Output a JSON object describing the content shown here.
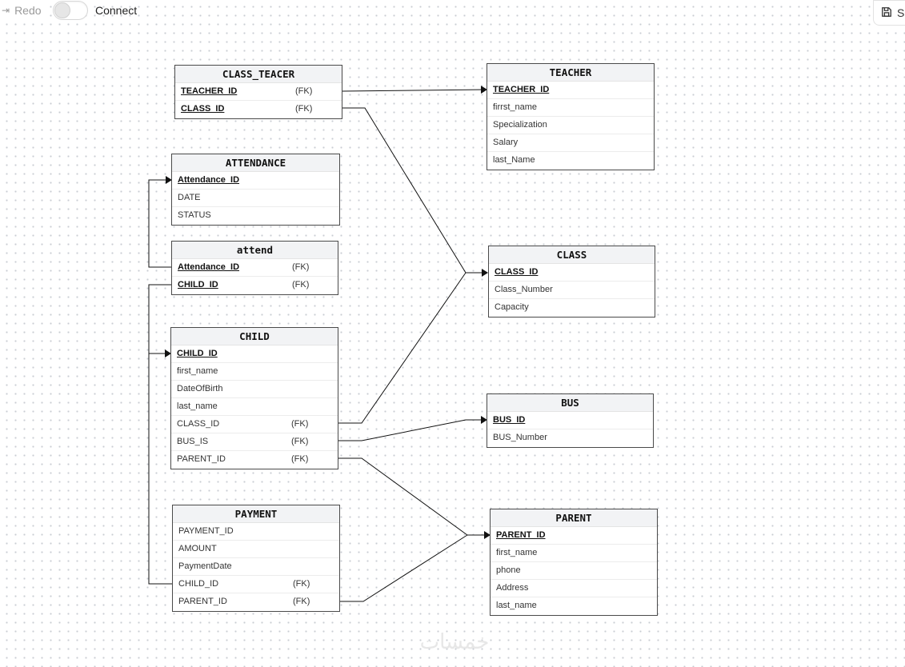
{
  "toolbar": {
    "redo_label": "Redo",
    "connect_label": "Connect",
    "save_label": "S"
  },
  "entities": {
    "class_teacer": {
      "title": "CLASS_TEACER",
      "rows": [
        {
          "name": "TEACHER_ID",
          "pk": true,
          "fk": "(FK)"
        },
        {
          "name": "CLASS_ID",
          "pk": true,
          "fk": "(FK)"
        }
      ]
    },
    "teacher": {
      "title": "TEACHER",
      "rows": [
        {
          "name": "TEACHER_ID",
          "pk": true,
          "fk": ""
        },
        {
          "name": "firrst_name",
          "pk": false,
          "fk": ""
        },
        {
          "name": "Specialization",
          "pk": false,
          "fk": ""
        },
        {
          "name": "Salary",
          "pk": false,
          "fk": ""
        },
        {
          "name": "last_Name",
          "pk": false,
          "fk": ""
        }
      ]
    },
    "attendance": {
      "title": "ATTENDANCE",
      "rows": [
        {
          "name": "Attendance_ID",
          "pk": true,
          "fk": ""
        },
        {
          "name": "DATE",
          "pk": false,
          "fk": ""
        },
        {
          "name": "STATUS",
          "pk": false,
          "fk": ""
        }
      ]
    },
    "attend": {
      "title": "attend",
      "rows": [
        {
          "name": "Attendance_ID",
          "pk": true,
          "fk": "(FK)"
        },
        {
          "name": "CHILD_ID",
          "pk": true,
          "fk": "(FK)"
        }
      ]
    },
    "class": {
      "title": "CLASS",
      "rows": [
        {
          "name": "CLASS_ID",
          "pk": true,
          "fk": ""
        },
        {
          "name": "Class_Number",
          "pk": false,
          "fk": ""
        },
        {
          "name": "Capacity",
          "pk": false,
          "fk": ""
        }
      ]
    },
    "child": {
      "title": "CHILD",
      "rows": [
        {
          "name": "CHILD_ID",
          "pk": true,
          "fk": ""
        },
        {
          "name": "first_name",
          "pk": false,
          "fk": ""
        },
        {
          "name": "DateOfBirth",
          "pk": false,
          "fk": ""
        },
        {
          "name": "last_name",
          "pk": false,
          "fk": ""
        },
        {
          "name": "CLASS_ID",
          "pk": false,
          "fk": "(FK)"
        },
        {
          "name": "BUS_IS",
          "pk": false,
          "fk": "(FK)"
        },
        {
          "name": "PARENT_ID",
          "pk": false,
          "fk": "(FK)"
        }
      ]
    },
    "bus": {
      "title": "BUS",
      "rows": [
        {
          "name": "BUS_ID",
          "pk": true,
          "fk": ""
        },
        {
          "name": "BUS_Number",
          "pk": false,
          "fk": ""
        }
      ]
    },
    "payment": {
      "title": "PAYMENT",
      "rows": [
        {
          "name": "PAYMENT_ID",
          "pk": false,
          "fk": ""
        },
        {
          "name": "AMOUNT",
          "pk": false,
          "fk": ""
        },
        {
          "name": "PaymentDate",
          "pk": false,
          "fk": ""
        },
        {
          "name": "CHILD_ID",
          "pk": false,
          "fk": "(FK)"
        },
        {
          "name": "PARENT_ID",
          "pk": false,
          "fk": "(FK)"
        }
      ]
    },
    "parent": {
      "title": "PARENT",
      "rows": [
        {
          "name": "PARENT_ID",
          "pk": true,
          "fk": ""
        },
        {
          "name": "first_name",
          "pk": false,
          "fk": ""
        },
        {
          "name": "phone",
          "pk": false,
          "fk": ""
        },
        {
          "name": "Address",
          "pk": false,
          "fk": ""
        },
        {
          "name": "last_name",
          "pk": false,
          "fk": ""
        }
      ]
    }
  },
  "watermark": "خمسات"
}
